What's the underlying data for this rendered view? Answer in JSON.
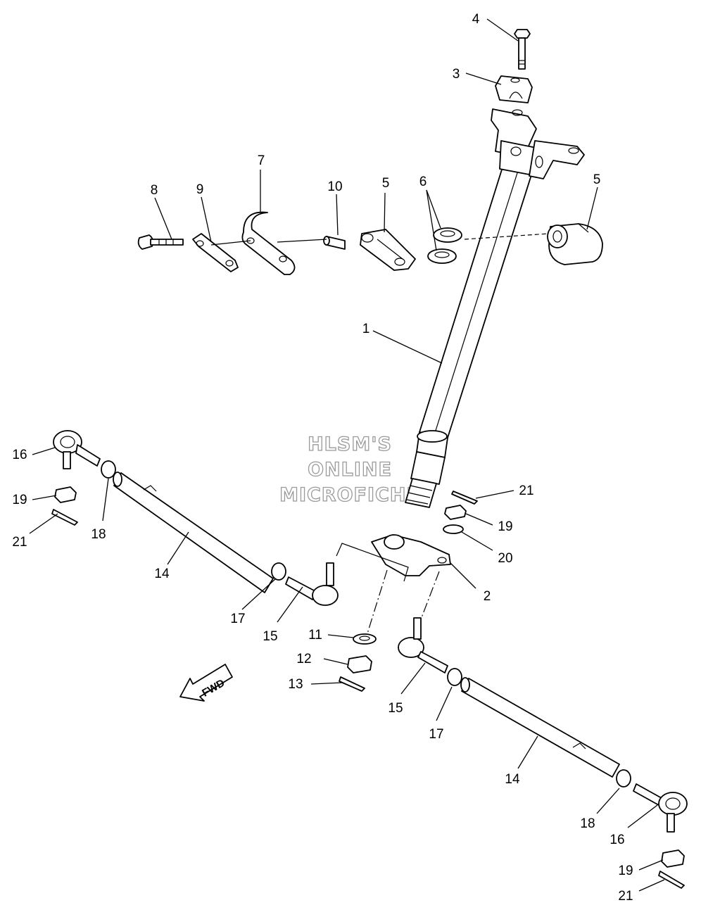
{
  "watermark": {
    "line1": "HLSM'S",
    "line2": "ONLINE",
    "line3": "MICROFICHE"
  },
  "fwd_label": "FWD",
  "callouts": [
    {
      "id": "c1",
      "text": "1"
    },
    {
      "id": "c2",
      "text": "2"
    },
    {
      "id": "c3",
      "text": "3"
    },
    {
      "id": "c4",
      "text": "4"
    },
    {
      "id": "c5a",
      "text": "5"
    },
    {
      "id": "c5b",
      "text": "5"
    },
    {
      "id": "c6",
      "text": "6"
    },
    {
      "id": "c7",
      "text": "7"
    },
    {
      "id": "c8",
      "text": "8"
    },
    {
      "id": "c9",
      "text": "9"
    },
    {
      "id": "c10",
      "text": "10"
    },
    {
      "id": "c11",
      "text": "11"
    },
    {
      "id": "c12",
      "text": "12"
    },
    {
      "id": "c13",
      "text": "13"
    },
    {
      "id": "c14a",
      "text": "14"
    },
    {
      "id": "c14b",
      "text": "14"
    },
    {
      "id": "c15a",
      "text": "15"
    },
    {
      "id": "c15b",
      "text": "15"
    },
    {
      "id": "c16a",
      "text": "16"
    },
    {
      "id": "c16b",
      "text": "16"
    },
    {
      "id": "c17a",
      "text": "17"
    },
    {
      "id": "c17b",
      "text": "17"
    },
    {
      "id": "c18a",
      "text": "18"
    },
    {
      "id": "c18b",
      "text": "18"
    },
    {
      "id": "c19a",
      "text": "19"
    },
    {
      "id": "c19b",
      "text": "19"
    },
    {
      "id": "c19c",
      "text": "19"
    },
    {
      "id": "c20",
      "text": "20"
    },
    {
      "id": "c21a",
      "text": "21"
    },
    {
      "id": "c21b",
      "text": "21"
    },
    {
      "id": "c21c",
      "text": "21"
    }
  ]
}
